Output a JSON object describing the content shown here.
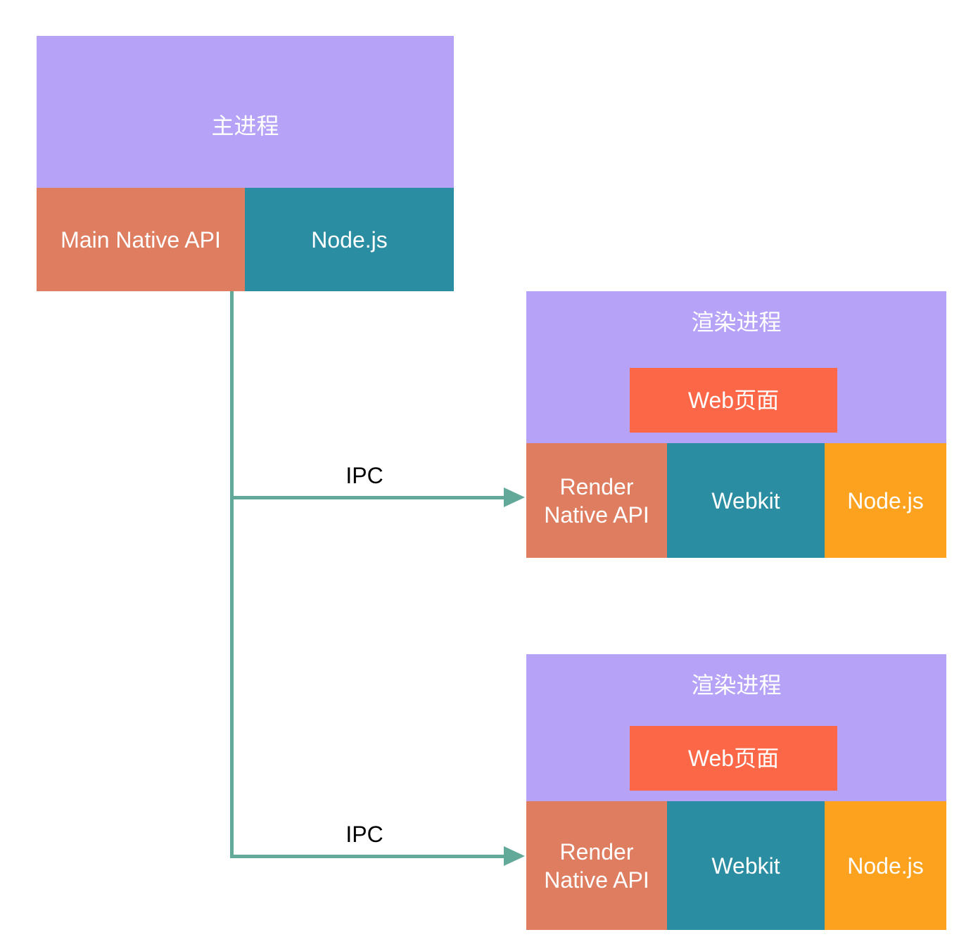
{
  "colors": {
    "process_purple": "#b6a3f7",
    "native_salmon": "#df7d60",
    "engine_teal": "#2a8da2",
    "web_page_red": "#fc6748",
    "node_orange": "#fca21e",
    "connector_green": "#62a99a",
    "label_text": "#ffffff",
    "ipc_text": "#000000"
  },
  "main_process": {
    "title": "主进程",
    "blocks": [
      {
        "label": "Main Native API"
      },
      {
        "label": "Node.js"
      }
    ]
  },
  "render_process_1": {
    "title": "渲染进程",
    "web_page_label": "Web页面",
    "blocks": [
      {
        "label": "Render Native API"
      },
      {
        "label": "Webkit"
      },
      {
        "label": "Node.js"
      }
    ]
  },
  "render_process_2": {
    "title": "渲染进程",
    "web_page_label": "Web页面",
    "blocks": [
      {
        "label": "Render Native API"
      },
      {
        "label": "Webkit"
      },
      {
        "label": "Node.js"
      }
    ]
  },
  "connections": {
    "ipc_1": "IPC",
    "ipc_2": "IPC"
  }
}
